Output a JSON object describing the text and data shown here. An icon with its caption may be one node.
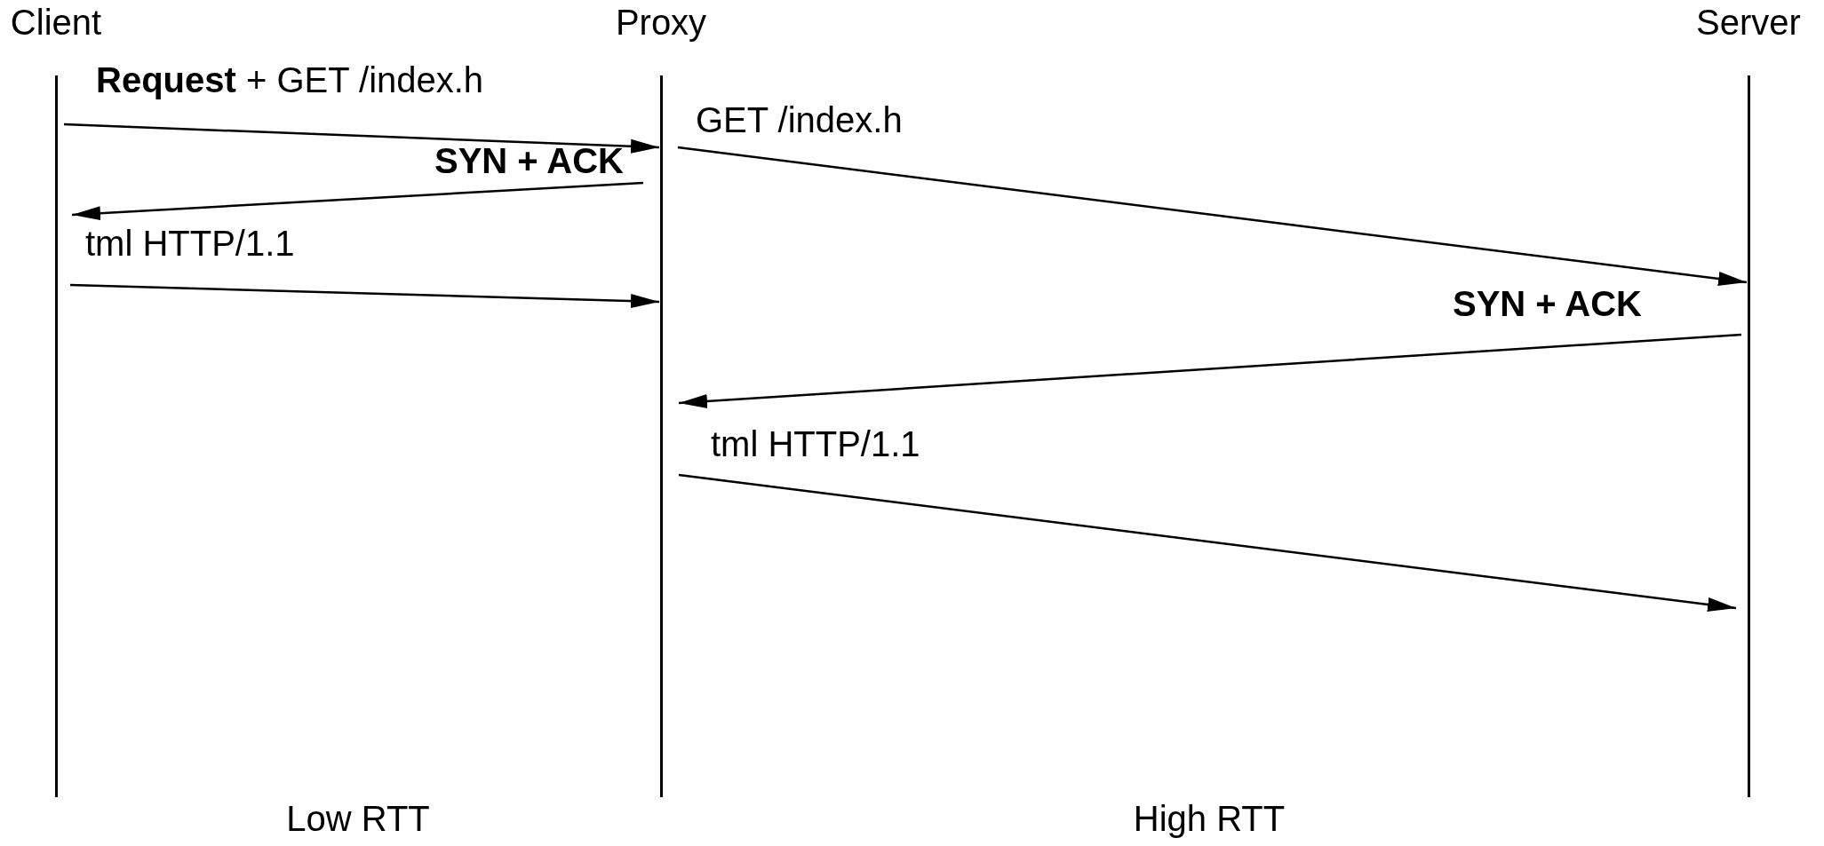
{
  "diagram": {
    "nodes": [
      {
        "text": [
          "Client"
        ]
      },
      {
        "text": [
          "Proxy"
        ]
      },
      {
        "text": [
          "Server"
        ]
      }
    ],
    "edges": [
      {
        "from": 0,
        "to": 1,
        "arrow": "to",
        "label": "**Request** + GET /index.h"
      },
      {
        "from": 1,
        "to": 0,
        "arrow": "to",
        "label": "SYN + ACK"
      },
      {
        "from": 0,
        "to": 1,
        "arrow": "to",
        "label": "tml HTTP/1.1"
      },
      {
        "from": 1,
        "to": 2,
        "arrow": "to",
        "label": "GET /index.h"
      },
      {
        "from": 2,
        "to": 1,
        "arrow": "to",
        "label": "SYN + ACK"
      },
      {
        "from": 1,
        "to": 2,
        "arrow": "to",
        "label": "tml HTTP/1.1"
      }
    ],
    "labels": [
      "Low RTT",
      "High RTT"
    ]
  }
}
